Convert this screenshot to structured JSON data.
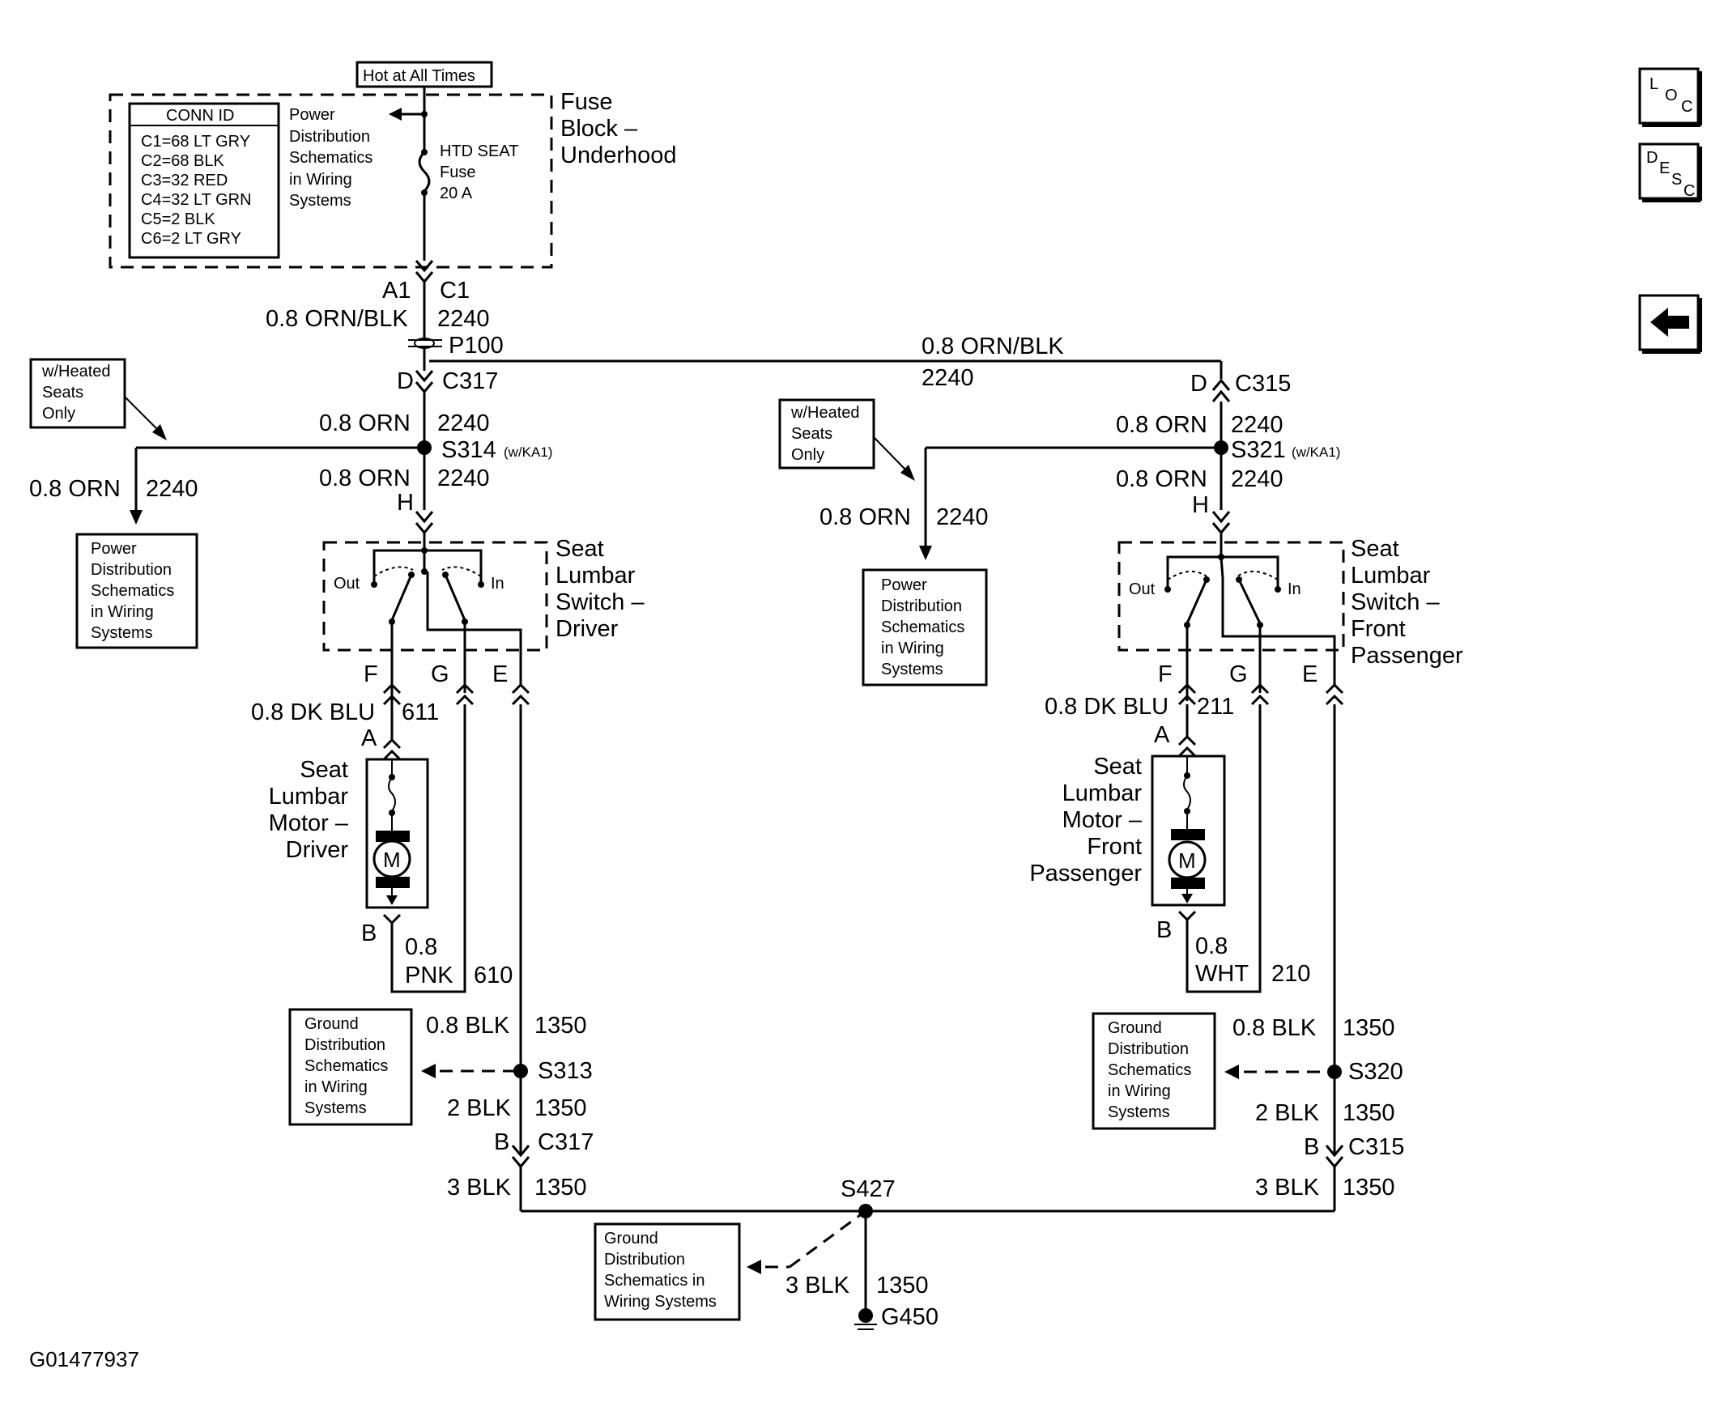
{
  "fuse_block": {
    "hot_label": "Hot at All Times",
    "title_lines": [
      "Fuse",
      "Block –",
      "Underhood"
    ],
    "conn_id_title": "CONN ID",
    "conn_ids": [
      "C1=68 LT GRY",
      "C2=68 BLK",
      "C3=32 RED",
      "C4=32 LT GRN",
      "C5=2 BLK",
      "C6=2 LT GRY"
    ],
    "power_ref_lines": [
      "Power",
      "Distribution",
      "Schematics",
      "in Wiring",
      "Systems"
    ],
    "fuse_lines": [
      "HTD SEAT",
      "Fuse",
      "20 A"
    ],
    "pin_a1": "A1",
    "pin_c1": "C1"
  },
  "labels": {
    "wire_orn_blk": "0.8 ORN/BLK",
    "circuit_2240": "2240",
    "p100": "P100",
    "pin_d": "D",
    "c317": "C317",
    "c315": "C315",
    "wire_orn": "0.8 ORN",
    "s314": "S314",
    "s321": "S321",
    "wka1": "(w/KA1)",
    "pin_h": "H",
    "heated_note_lines": [
      "w/Heated",
      "Seats",
      "Only"
    ],
    "power_ref_lines": [
      "Power",
      "Distribution",
      "Schematics",
      "in Wiring",
      "Systems"
    ],
    "ground_ref_lines": [
      "Ground",
      "Distribution",
      "Schematics",
      "in Wiring",
      "Systems"
    ],
    "ground_ref_lines_center": [
      "Ground",
      "Distribution",
      "Schematics in",
      "Wiring Systems"
    ],
    "switch_driver_lines": [
      "Seat",
      "Lumbar",
      "Switch –",
      "Driver"
    ],
    "switch_pass_lines": [
      "Seat",
      "Lumbar",
      "Switch –",
      "Front",
      "Passenger"
    ],
    "out": "Out",
    "in": "In",
    "pin_f": "F",
    "pin_g": "G",
    "pin_e": "E",
    "pin_a": "A",
    "pin_b": "B",
    "wire_dk_blu": "0.8 DK BLU",
    "circuit_611": "611",
    "circuit_211": "211",
    "motor_driver_lines": [
      "Seat",
      "Lumbar",
      "Motor –",
      "Driver"
    ],
    "motor_pass_lines": [
      "Seat",
      "Lumbar",
      "Motor –",
      "Front",
      "Passenger"
    ],
    "motor_symbol": "M",
    "wire_08": "0.8",
    "pnk": "PNK",
    "circuit_610": "610",
    "wht": "WHT",
    "circuit_210": "210",
    "wire_08_blk": "0.8 BLK",
    "circuit_1350": "1350",
    "s313": "S313",
    "s320": "S320",
    "wire_2_blk": "2 BLK",
    "wire_3_blk": "3 BLK",
    "s427": "S427",
    "g450": "G450",
    "figure_id": "G01477937"
  },
  "nav": {
    "loc": [
      "L",
      "O",
      "C"
    ],
    "desc": [
      "D",
      "E",
      "S",
      "C"
    ],
    "back_symbol": "🡄"
  }
}
